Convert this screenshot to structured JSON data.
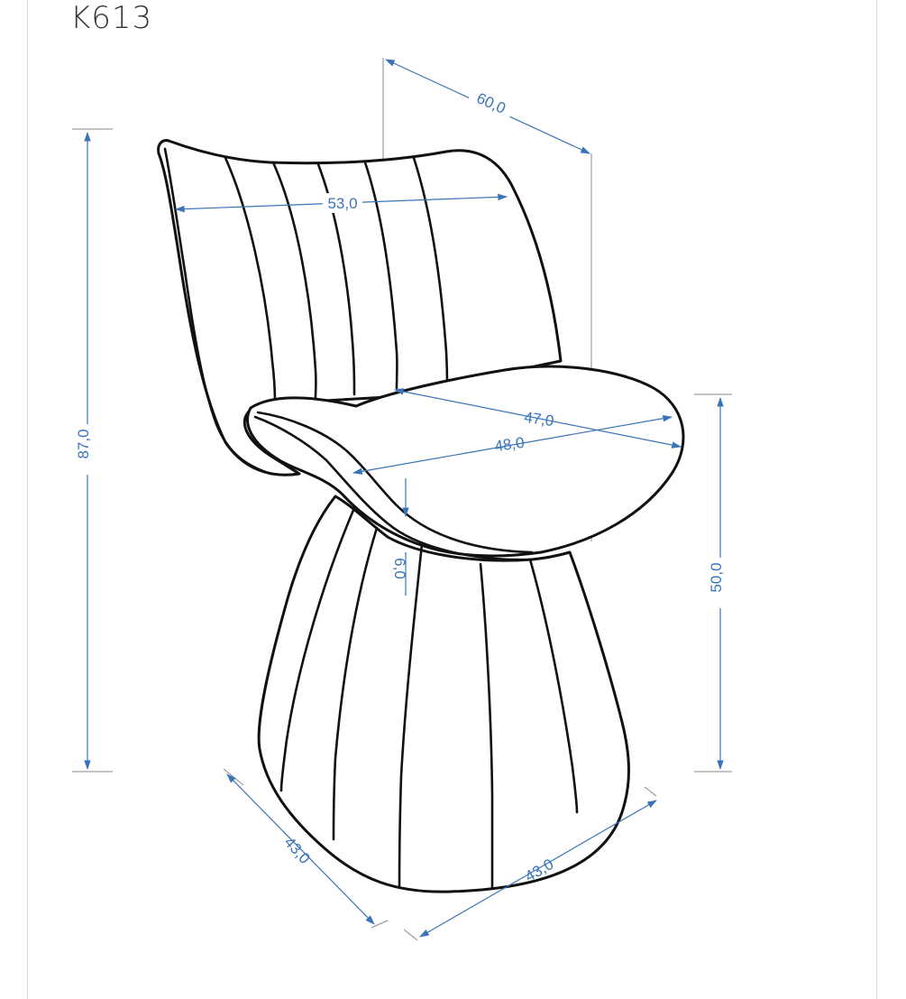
{
  "product": {
    "code": "K613"
  },
  "dimensions": {
    "depth_total": "60,0",
    "backrest_width": "53,0",
    "height_total": "87,0",
    "seat_depth": "47,0",
    "seat_width": "48,0",
    "seat_thickness": "6,0",
    "seat_height": "50,0",
    "base_depth": "43,0",
    "base_width": "43,0"
  },
  "colors": {
    "outline": "#111111",
    "dimension": "#3a74b8"
  }
}
